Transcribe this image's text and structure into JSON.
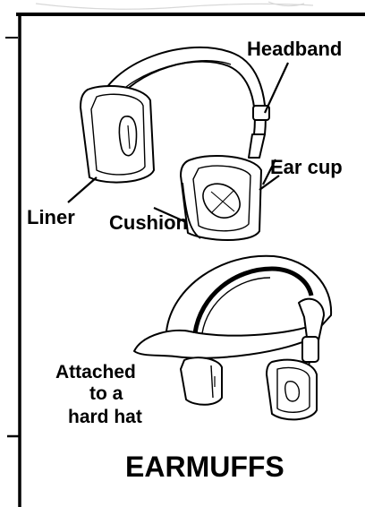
{
  "title": "EARMUFFS",
  "labels": {
    "headband": "Headband",
    "ear_cup": "Ear cup",
    "liner": "Liner",
    "cushion": "Cushion",
    "hard_hat_line1": "Attached",
    "hard_hat_line2": "to a",
    "hard_hat_line3": "hard hat"
  }
}
